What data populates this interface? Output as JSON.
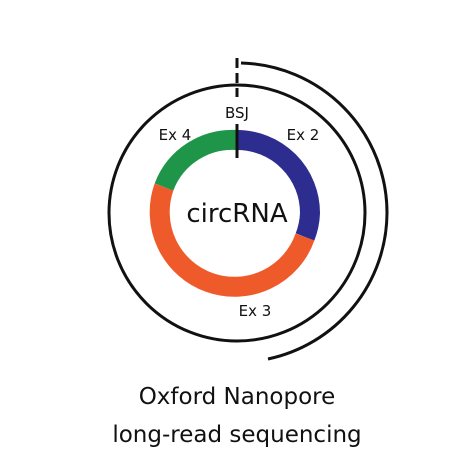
{
  "diagram": {
    "center_label": "circRNA",
    "junction_label": "BSJ",
    "exons": [
      {
        "label": "Ex 2",
        "color": "#2d2d8f"
      },
      {
        "label": "Ex 3",
        "color": "#ef5a2a"
      },
      {
        "label": "Ex 4",
        "color": "#1f9549"
      }
    ],
    "read_line_color": "#111111"
  },
  "caption": {
    "line1": "Oxford Nanopore",
    "line2": "long-read sequencing"
  }
}
